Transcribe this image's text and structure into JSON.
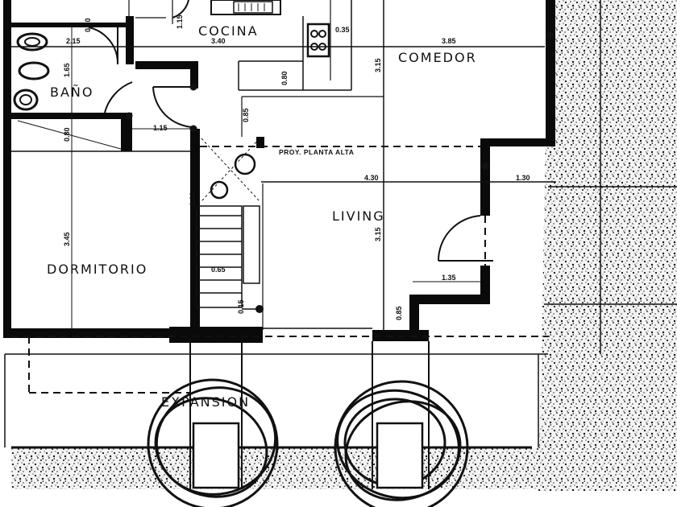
{
  "rooms": {
    "cocina": "COCINA",
    "comedor": "COMEDOR",
    "bano": "BAÑO",
    "dormitorio": "DORMITORIO",
    "living": "LIVING",
    "expansion": "EXPANSION"
  },
  "note": "PROY. PLANTA ALTA",
  "dimensions": {
    "d_3_85": "3.85",
    "d_3_40": "3.40",
    "d_2_15": "2.15",
    "d_1_15": "1.15",
    "d_4_30": "4.30",
    "d_1_30": "1.30",
    "d_1_35": "1.35",
    "d_3_15_a": "3.15",
    "d_3_15_b": "3.15",
    "d_3_45": "3.45",
    "d_1_65": "1.65",
    "d_0_10": "0.10",
    "d_0_35": "0.35",
    "d_0_80_a": "0.80",
    "d_0_80_b": "0.80",
    "d_0_85_a": "0.85",
    "d_0_85_b": "0.85",
    "d_0_15": "0.15",
    "d_0_65": "0.65",
    "d_1_15b": "1.15",
    "d_0_60": "0.60"
  },
  "colors": {
    "ink": "#0a0a0a",
    "paper": "#ffffff",
    "hatch": "#1a1a1a"
  }
}
